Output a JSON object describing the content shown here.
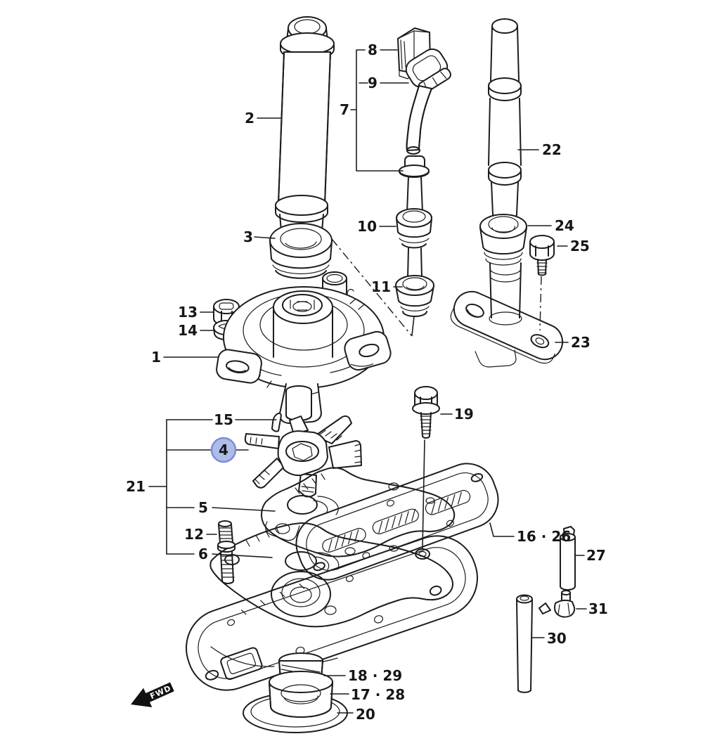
{
  "diagram": {
    "kind": "exploded-parts-diagram",
    "selected_callout": "4",
    "direction_marker": "FWD",
    "colors": {
      "line": "#1c1c1c",
      "background": "#ffffff",
      "highlight_fill": "#aebce8",
      "highlight_stroke": "#7d8bd6",
      "marker_fill": "#111111",
      "marker_text": "#ffffff"
    },
    "callouts": {
      "p1": "1",
      "p2": "2",
      "p3": "3",
      "p4": "4",
      "p5": "5",
      "p6": "6",
      "p7": "7",
      "p8": "8",
      "p9": "9",
      "p10": "10",
      "p11": "11",
      "p12": "12",
      "p13": "13",
      "p14": "14",
      "p15": "15",
      "p19": "19",
      "p20": "20",
      "p21": "21",
      "p22": "22",
      "p23": "23",
      "p24": "24",
      "p25": "25",
      "p27": "27",
      "p30": "30",
      "p31": "31",
      "p16_26": "16 · 26",
      "p17_28": "17 · 28",
      "p18_29": "18 · 29"
    }
  }
}
